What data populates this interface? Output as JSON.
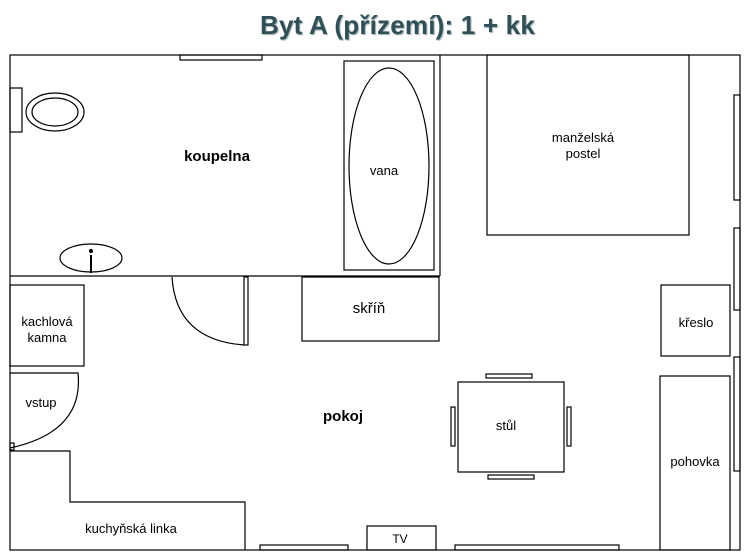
{
  "title": "Byt A (přízemí): 1 + kk",
  "rooms": {
    "bathroom": "koupelna",
    "living_room": "pokoj"
  },
  "fixtures": {
    "bathtub": "vana",
    "bed_line1": "manželská",
    "bed_line2": "postel",
    "wardrobe": "skříň",
    "armchair": "křeslo",
    "stove_line1": "kachlová",
    "stove_line2": "kamna",
    "entrance": "vstup",
    "table": "stůl",
    "sofa": "pohovka",
    "kitchen": "kuchyňská linka",
    "tv": "TV"
  }
}
